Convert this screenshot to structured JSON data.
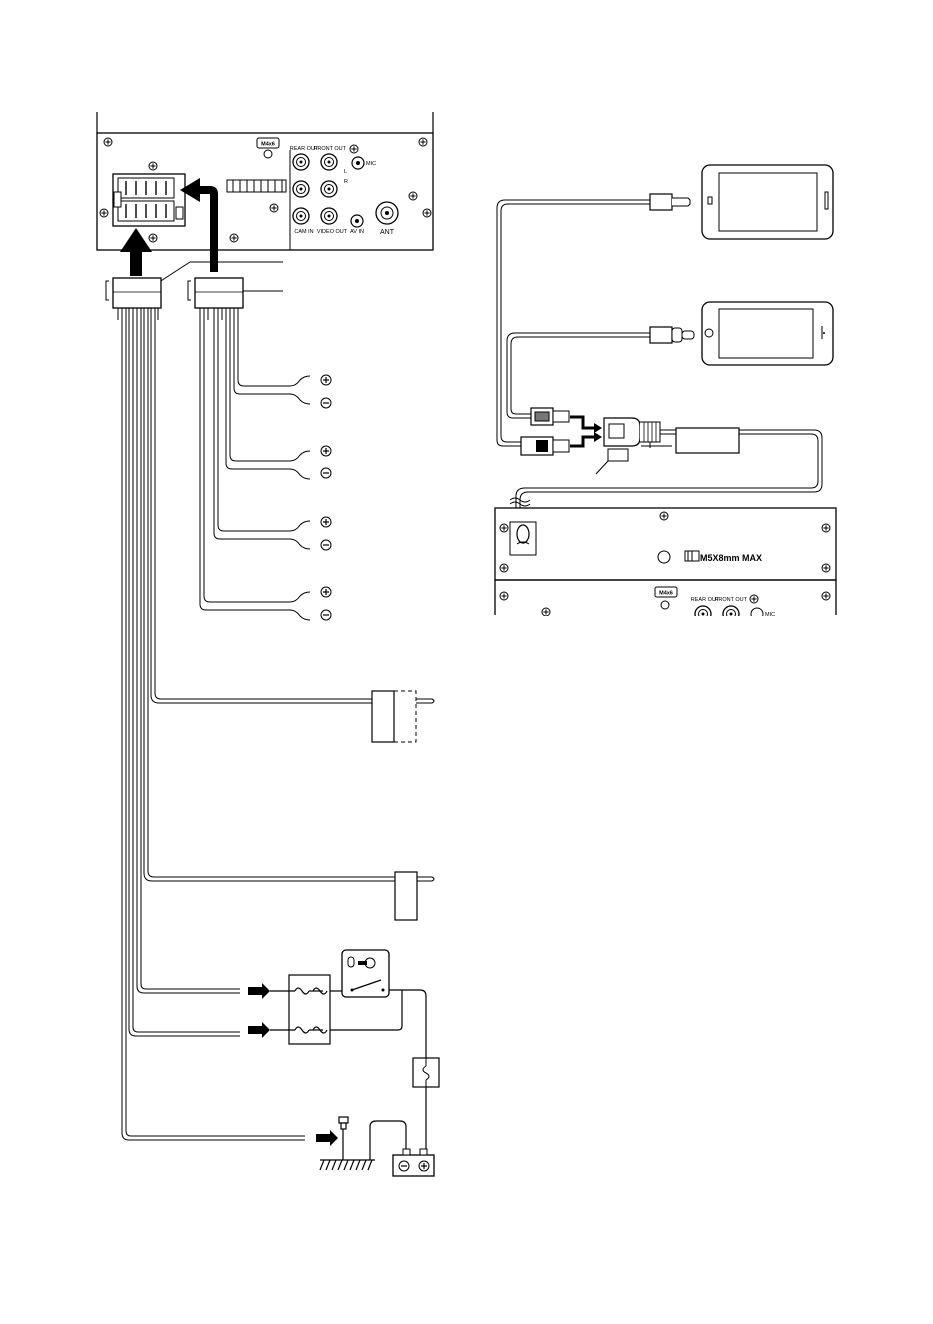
{
  "head_unit_rear": {
    "screw_label": "M4x6",
    "rear_out_label": "REAR OUT",
    "front_out_label": "FRONT OUT",
    "mic_label": "MIC",
    "left_label": "L",
    "right_label": "R",
    "cam_in_label": "CAM IN",
    "video_out_label": "VIDEO OUT",
    "av_in_label": "AV IN",
    "ant_label": "ANT"
  },
  "usb_unit": {
    "screw_label": "M5X8mm MAX",
    "screw_label_small": "M4x6",
    "rear_out_label": "REAR OUT",
    "front_out_label": "FRONT OUT",
    "mic_label": "MIC"
  },
  "polarity": {
    "plus": "+",
    "minus": "−"
  },
  "speaker_pairs": 4
}
